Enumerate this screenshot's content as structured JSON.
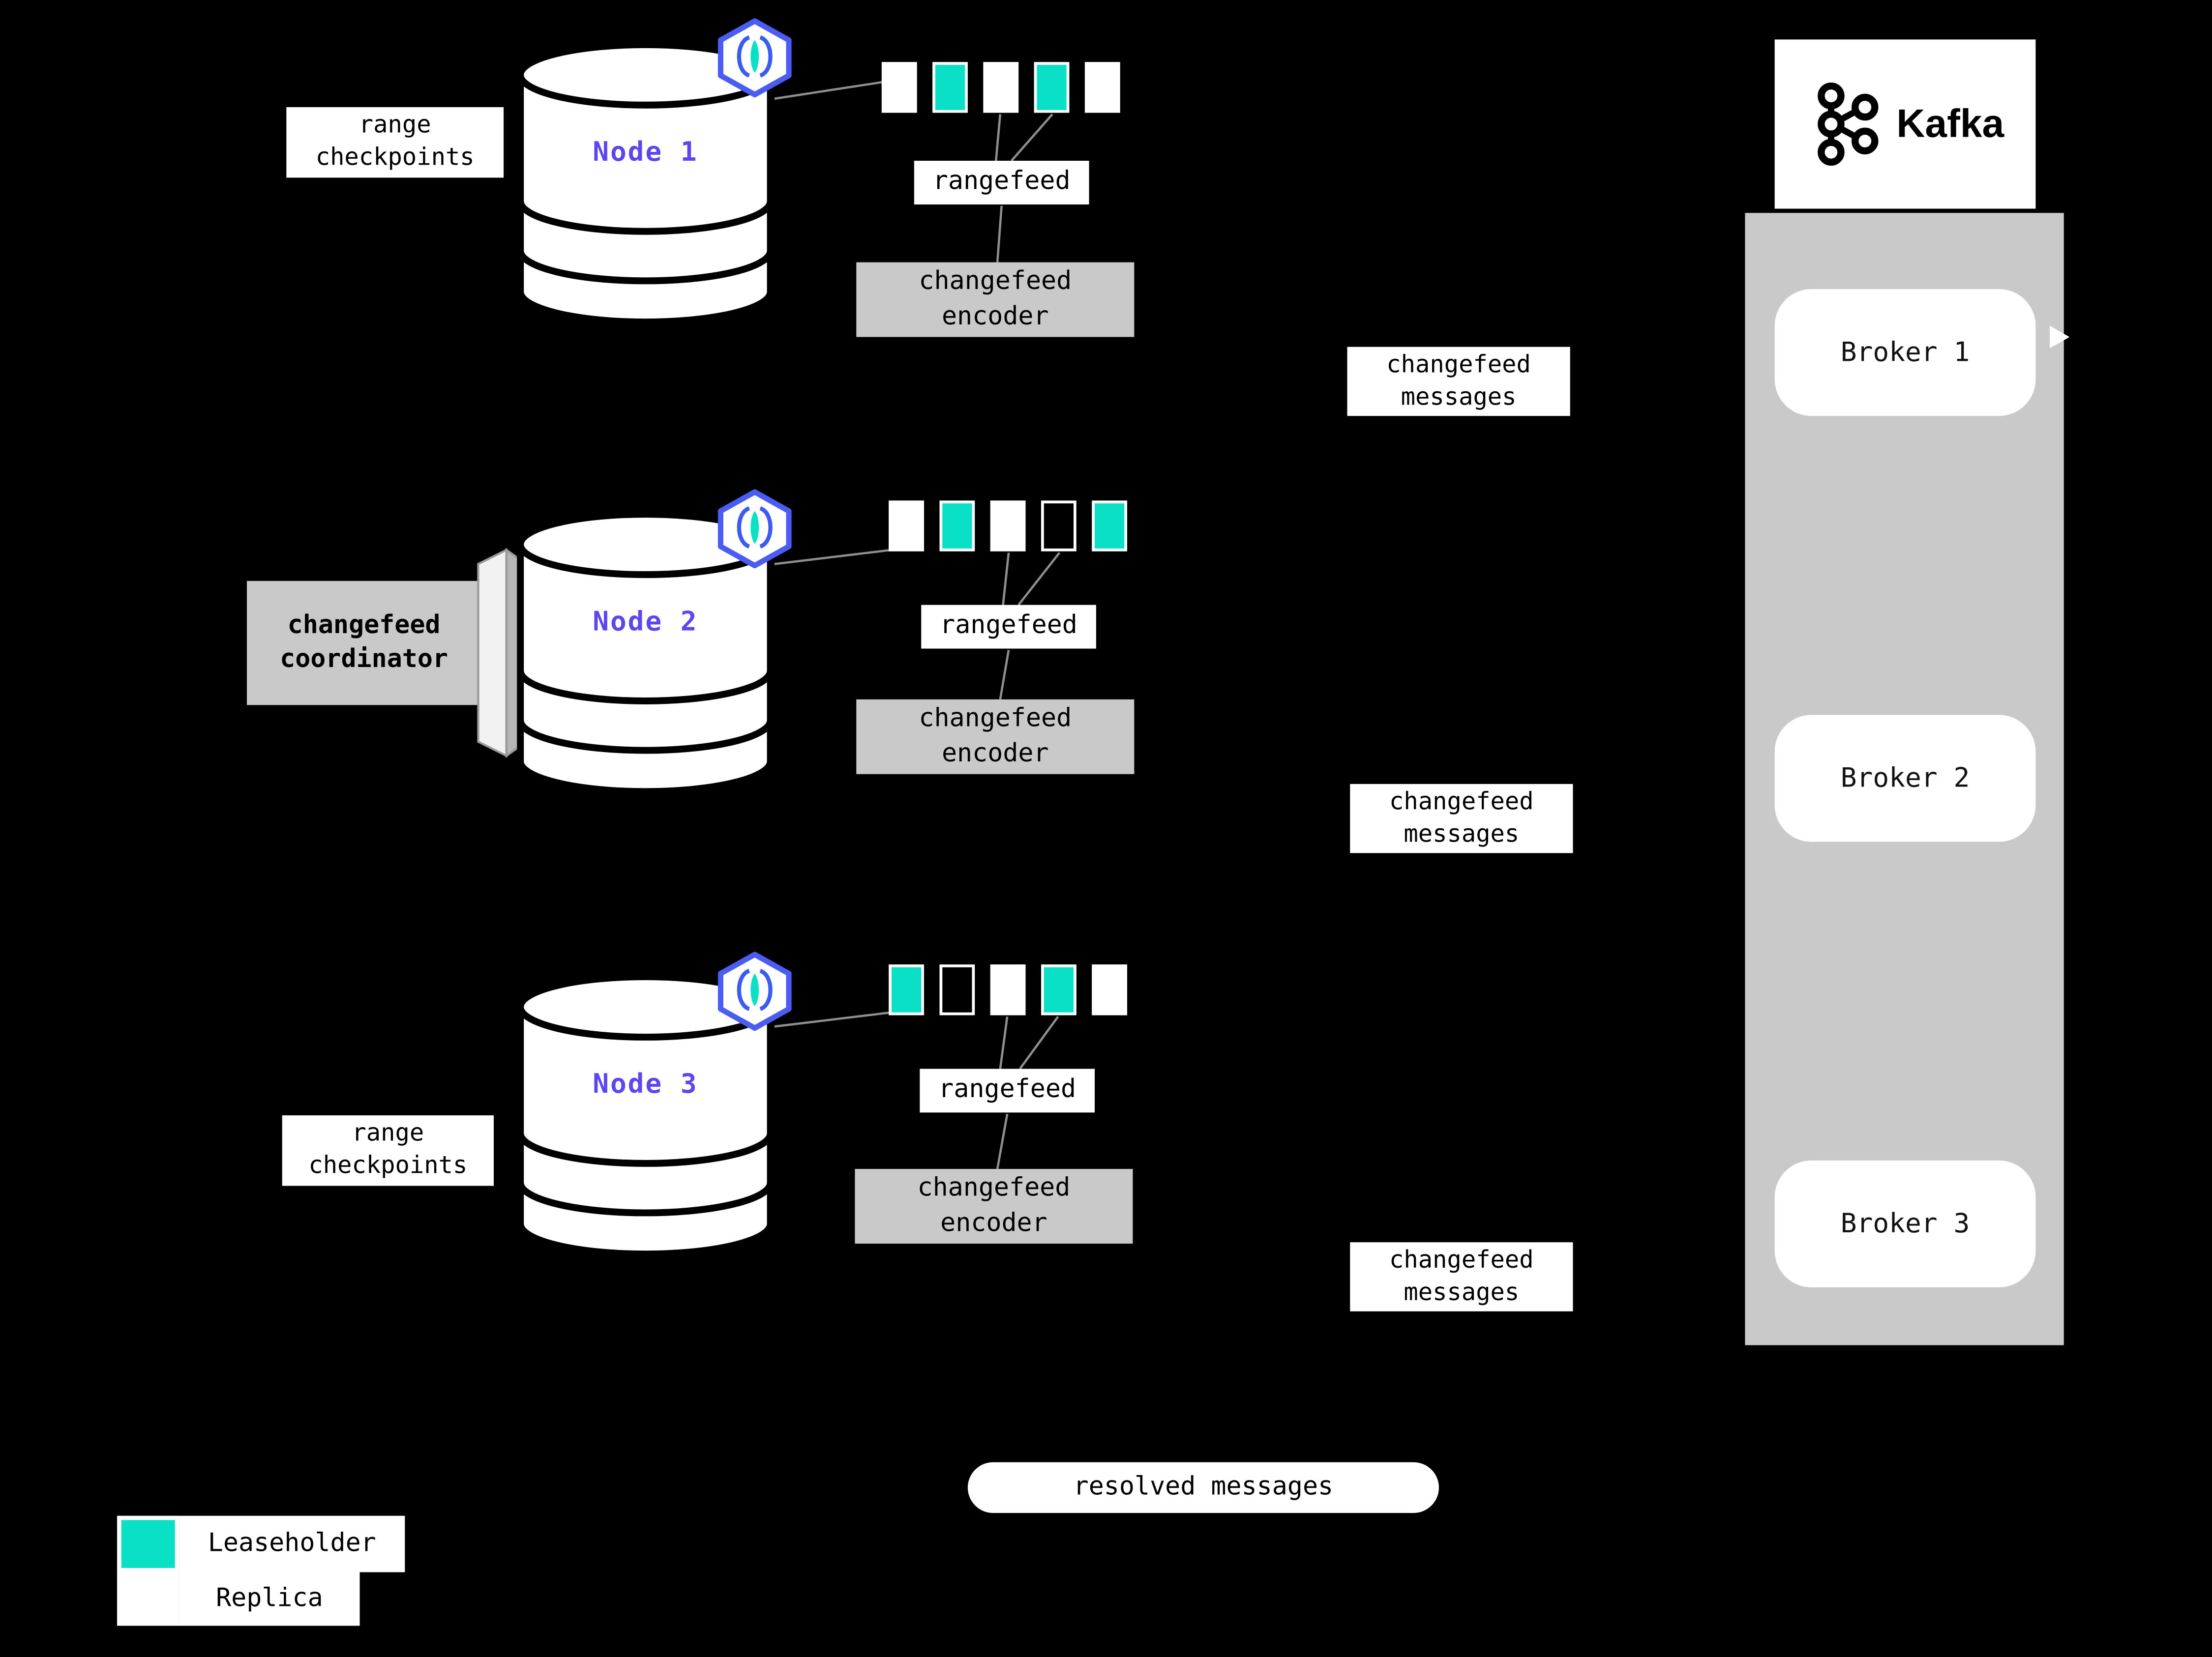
{
  "colors": {
    "background": "#000000",
    "leaseholder": "#0ae0c6",
    "replica": "#ffffff",
    "panel": "#c9c9c9",
    "node-name": "#5b46f0",
    "connector": "#8f8f8f"
  },
  "nodes": [
    {
      "name": "Node 1",
      "side_label": "range\ncheckpoints",
      "rangefeed_label": "rangefeed",
      "encoder_label": "changefeed\nencoder",
      "message_label": "changefeed\nmessages",
      "ranges": [
        "replica",
        "leaseholder",
        "replica",
        "leaseholder",
        "replica"
      ]
    },
    {
      "name": "Node 2",
      "side_label": "changefeed\ncoordinator",
      "rangefeed_label": "rangefeed",
      "encoder_label": "changefeed\nencoder",
      "message_label": "changefeed\nmessages",
      "ranges": [
        "replica",
        "leaseholder",
        "replica",
        "empty",
        "leaseholder"
      ]
    },
    {
      "name": "Node 3",
      "side_label": "range\ncheckpoints",
      "rangefeed_label": "rangefeed",
      "encoder_label": "changefeed\nencoder",
      "message_label": "changefeed\nmessages",
      "ranges": [
        "leaseholder",
        "empty",
        "replica",
        "leaseholder",
        "replica"
      ]
    }
  ],
  "kafka": {
    "brand": "Kafka",
    "brokers": [
      "Broker 1",
      "Broker 2",
      "Broker 3"
    ]
  },
  "resolved_label": "resolved messages",
  "legend": {
    "leaseholder_label": "Leaseholder",
    "replica_label": "Replica"
  }
}
